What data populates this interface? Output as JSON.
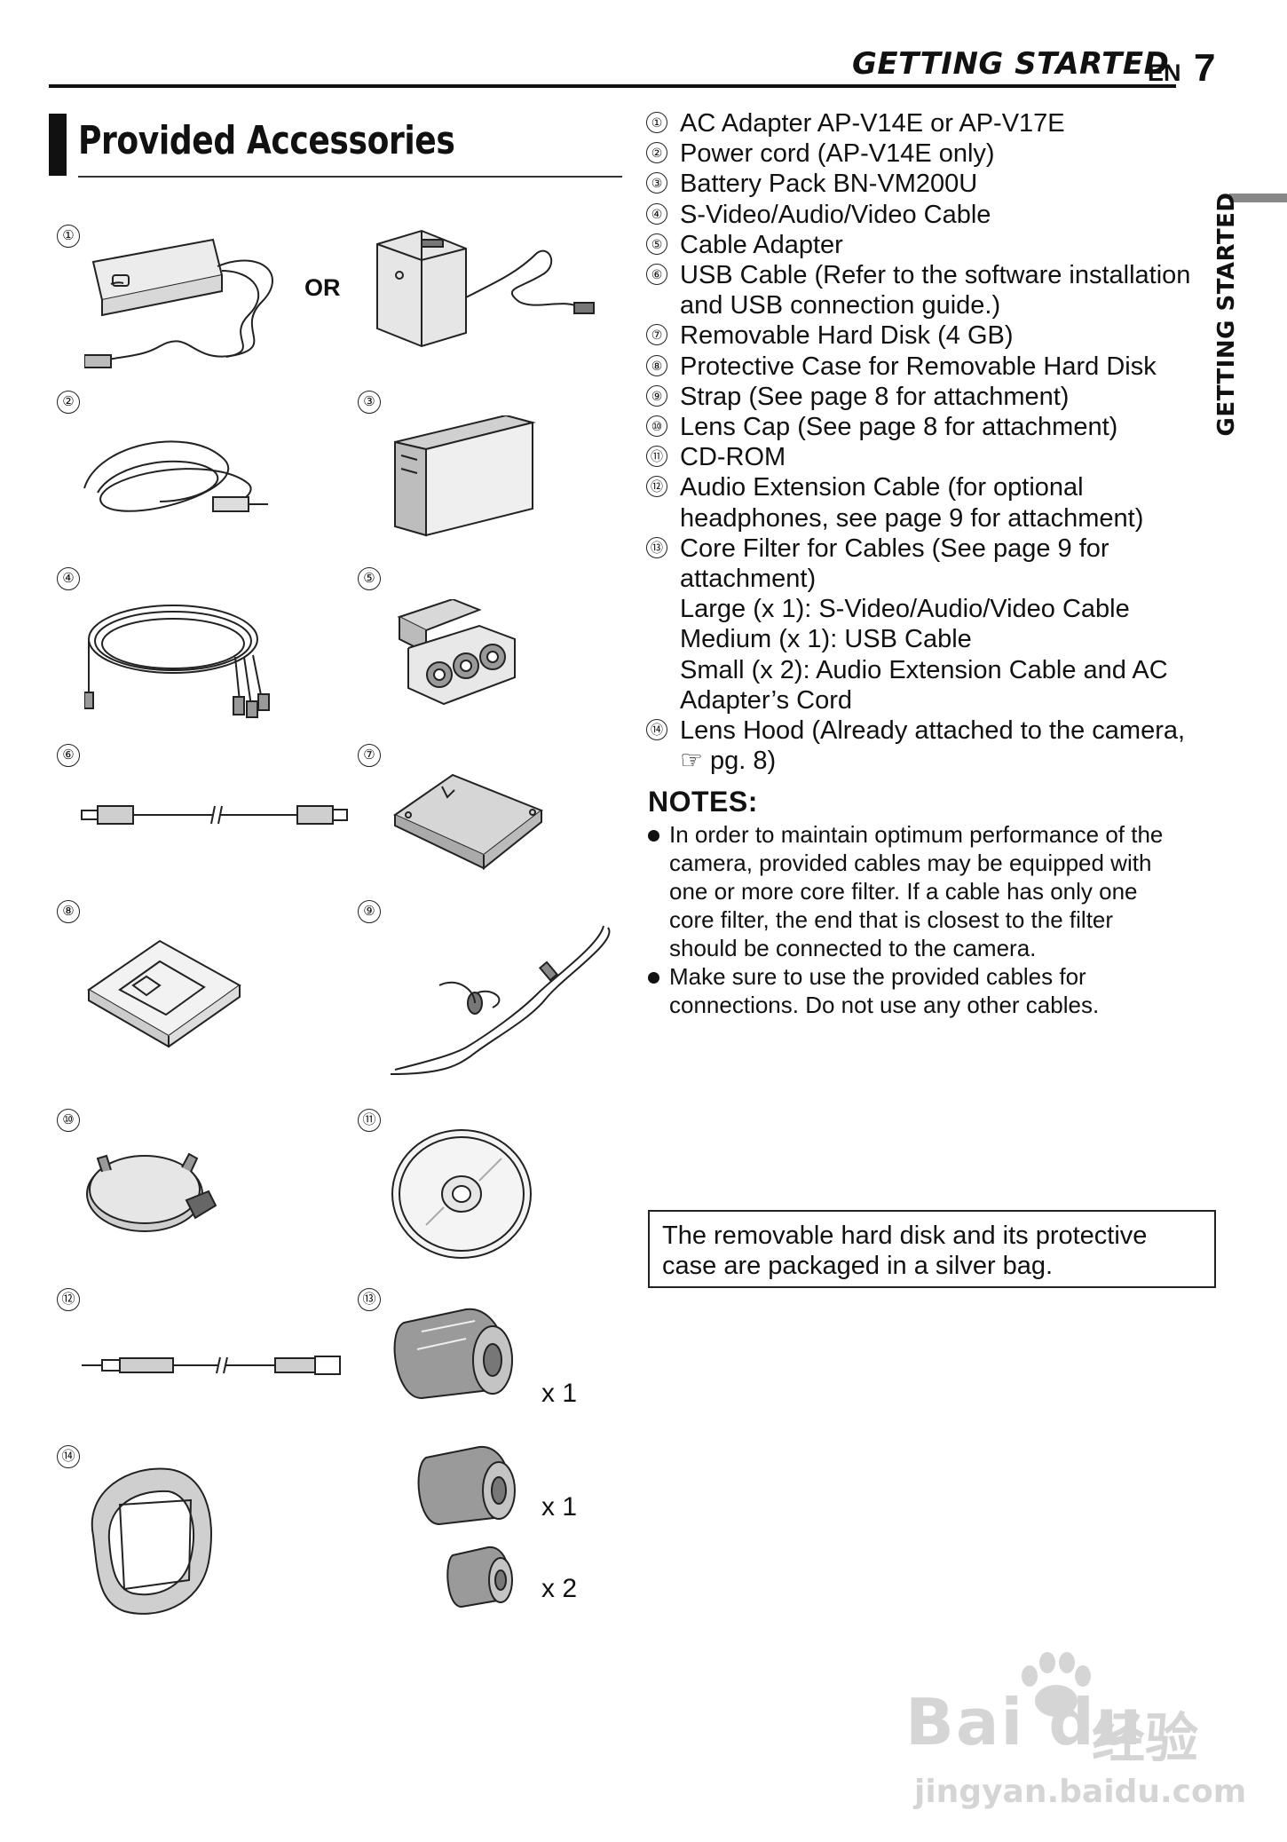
{
  "header": {
    "section": "GETTING STARTED",
    "lang": "EN",
    "page": "7"
  },
  "side_tab": "GETTING STARTED",
  "title": "Provided Accessories",
  "figure": {
    "or_label": "OR",
    "numbers": [
      "①",
      "②",
      "③",
      "④",
      "⑤",
      "⑥",
      "⑦",
      "⑧",
      "⑨",
      "⑩",
      "⑪",
      "⑫",
      "⑬",
      "⑭"
    ],
    "qty_large": "x  1",
    "qty_medium": "x  1",
    "qty_small": "x  2"
  },
  "accessories": [
    {
      "num": "①",
      "lines": [
        "AC Adapter AP-V14E or AP-V17E"
      ]
    },
    {
      "num": "②",
      "lines": [
        "Power cord (AP-V14E only)"
      ]
    },
    {
      "num": "③",
      "lines": [
        "Battery Pack BN-VM200U"
      ]
    },
    {
      "num": "④",
      "lines": [
        "S-Video/Audio/Video Cable"
      ]
    },
    {
      "num": "⑤",
      "lines": [
        "Cable Adapter"
      ]
    },
    {
      "num": "⑥",
      "lines": [
        "USB Cable (Refer to the software installation",
        "and USB connection guide.)"
      ]
    },
    {
      "num": "⑦",
      "lines": [
        "Removable Hard Disk (4 GB)"
      ]
    },
    {
      "num": "⑧",
      "lines": [
        "Protective Case for Removable Hard Disk"
      ]
    },
    {
      "num": "⑨",
      "lines": [
        "Strap (See page 8 for attachment)"
      ]
    },
    {
      "num": "⑩",
      "lines": [
        "Lens Cap (See page 8 for attachment)"
      ]
    },
    {
      "num": "⑪",
      "lines": [
        "CD-ROM"
      ]
    },
    {
      "num": "⑫",
      "lines": [
        "Audio Extension Cable (for optional",
        "headphones, see page 9 for attachment)"
      ]
    },
    {
      "num": "⑬",
      "lines": [
        "Core Filter for Cables (See page 9 for",
        "attachment)",
        "Large (x 1): S-Video/Audio/Video Cable",
        "Medium (x 1): USB Cable",
        "Small (x 2): Audio Extension Cable and AC",
        "Adapter’s Cord"
      ]
    },
    {
      "num": "⑭",
      "lines": [
        "Lens Hood (Already attached to the camera,",
        "☞ pg. 8)"
      ]
    }
  ],
  "notes": {
    "title": "NOTES:",
    "items": [
      [
        "In order to maintain optimum performance of the",
        "camera, provided cables may be equipped with",
        "one or more core filter. If a cable has only one",
        "core filter, the end that is closest to the filter",
        "should be connected to the camera."
      ],
      [
        "Make sure to use the provided cables for",
        "connections. Do not use any other cables."
      ]
    ]
  },
  "info_box": [
    "The removable hard disk and its protective",
    "case are packaged in a silver bag."
  ],
  "watermark": {
    "brand": "Bai du",
    "cjk": "经验",
    "url": "jingyan.baidu.com"
  }
}
